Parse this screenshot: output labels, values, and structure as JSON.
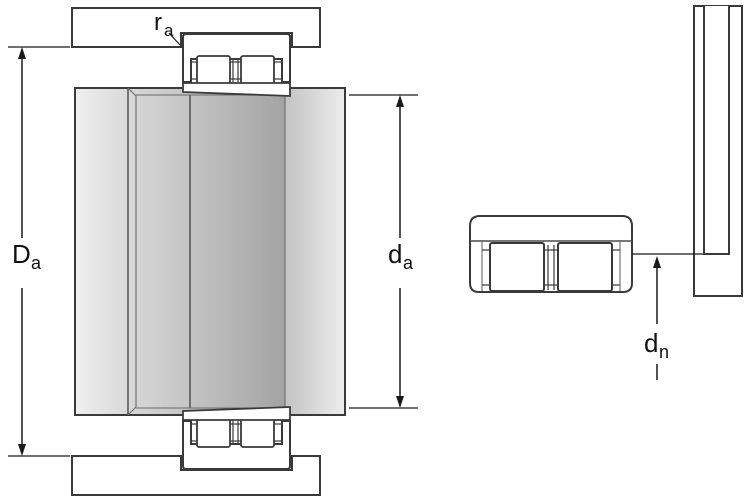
{
  "colors": {
    "housing_fill": "#e9dcbe",
    "part_outline": "#3a3a3a",
    "dimension_line": "#1a1a1a",
    "shaft_light": "#ececec",
    "shaft_dark": "#a3a3a3",
    "background": "#ffffff"
  },
  "dimensions": {
    "ra": {
      "symbol": "r",
      "subscript": "a"
    },
    "Da": {
      "symbol": "D",
      "subscript": "a"
    },
    "da": {
      "symbol": "d",
      "subscript": "a"
    },
    "dn": {
      "symbol": "d",
      "subscript": "n"
    }
  }
}
